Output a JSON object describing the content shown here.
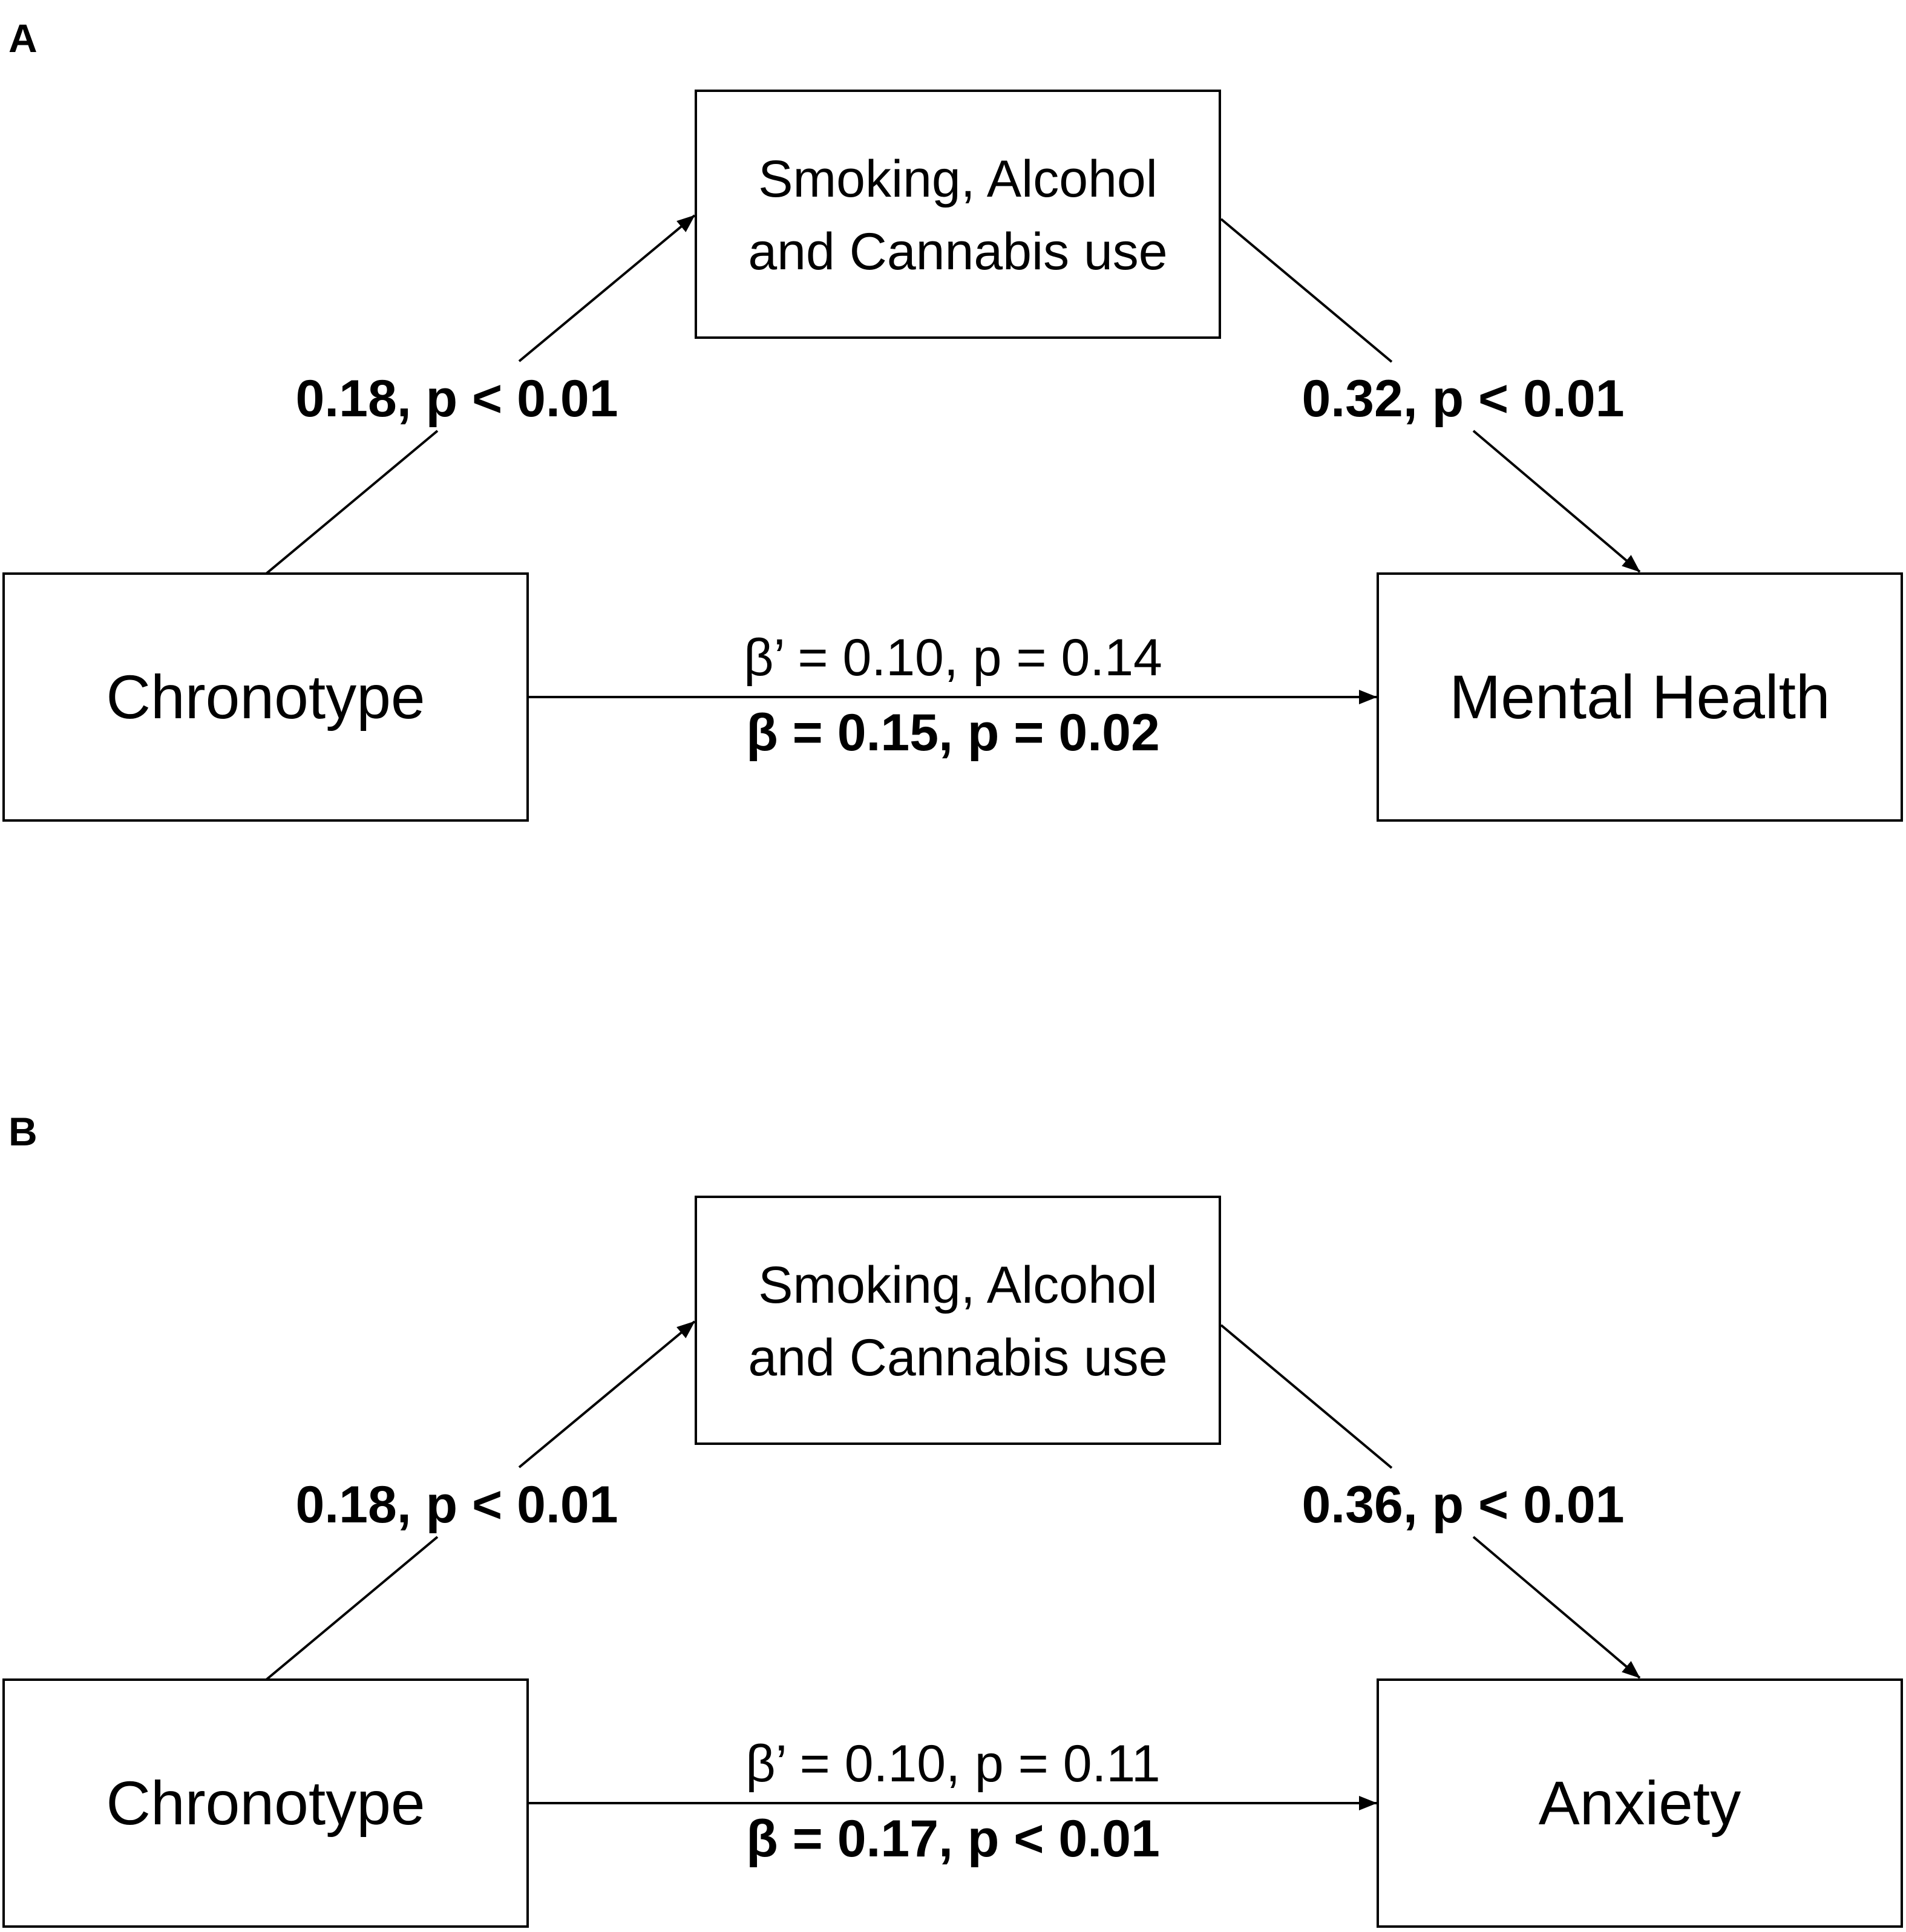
{
  "panels": [
    {
      "letter": "A",
      "mediator": {
        "line1": "Smoking, Alcohol",
        "line2": "and Cannabis use"
      },
      "predictor": "Chronotype",
      "outcome": "Mental Health",
      "path_a": "0.18, p < 0.01",
      "path_b": "0.32, p < 0.01",
      "direct": "β’ = 0.10, p = 0.14",
      "total": "β = 0.15, p = 0.02"
    },
    {
      "letter": "B",
      "mediator": {
        "line1": "Smoking, Alcohol",
        "line2": "and Cannabis use"
      },
      "predictor": "Chronotype",
      "outcome": "Anxiety",
      "path_a": "0.18, p < 0.01",
      "path_b": "0.36, p < 0.01",
      "direct": "β’ = 0.10, p = 0.11",
      "total": "β = 0.17, p < 0.01"
    }
  ]
}
